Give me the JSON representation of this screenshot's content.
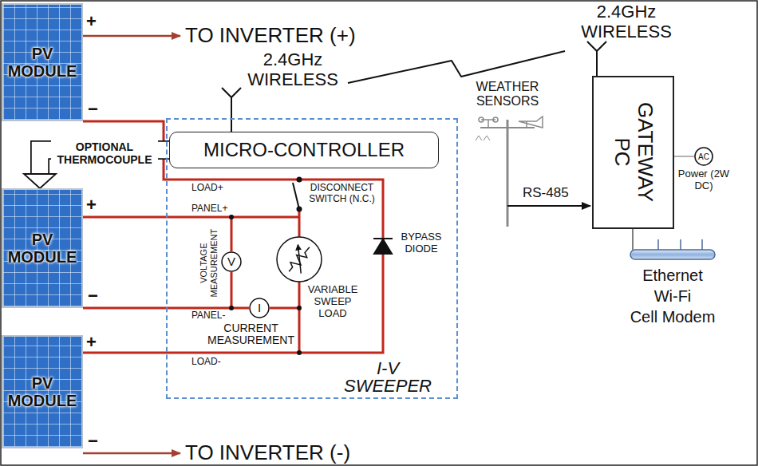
{
  "diagram": {
    "nodes": [
      {
        "text": [
          "PV MODULE"
        ]
      },
      {
        "text": [
          "PV MODULE"
        ]
      },
      {
        "text": [
          "PV MODULE"
        ]
      },
      {
        "text": [
          "I-V SWEEPER"
        ]
      },
      {
        "text": [
          "MICRO-CONTROLLER"
        ],
        "in": 3
      },
      {
        "text": [
          "V"
        ],
        "in": 3
      },
      {
        "text": [
          "I"
        ],
        "in": 3
      },
      {
        "text": [
          "GATEWAY PC"
        ]
      },
      {
        "text": [
          "AC"
        ]
      }
    ],
    "edges": [
      {
        "from": 4,
        "to": 7,
        "arrow": "none"
      },
      {
        "from": 4,
        "to": 1,
        "arrow": "to",
        "label": "OPTIONAL THERMOCOUPLE"
      }
    ],
    "labels": [
      "+",
      "−",
      "TO INVERTER (+)",
      "2.4GHz WIRELESS",
      "2.4GHz WIRELESS",
      "WEATHER SENSORS",
      "RS-485",
      "Power (2W DC)",
      "LOAD+",
      "DISCONNECT SWITCH (N.C.)",
      "PANEL+",
      "+",
      "VOLTAGE MEASUREMENT",
      "BYPASS DIODE",
      "VARIABLE SWEEP LOAD",
      "−",
      "PANEL-",
      "CURRENT MEASUREMENT",
      "+",
      "LOAD-",
      "Ethernet",
      "Wi-Fi",
      "Cell Modem",
      "−",
      "TO INVERTER (-)"
    ]
  }
}
